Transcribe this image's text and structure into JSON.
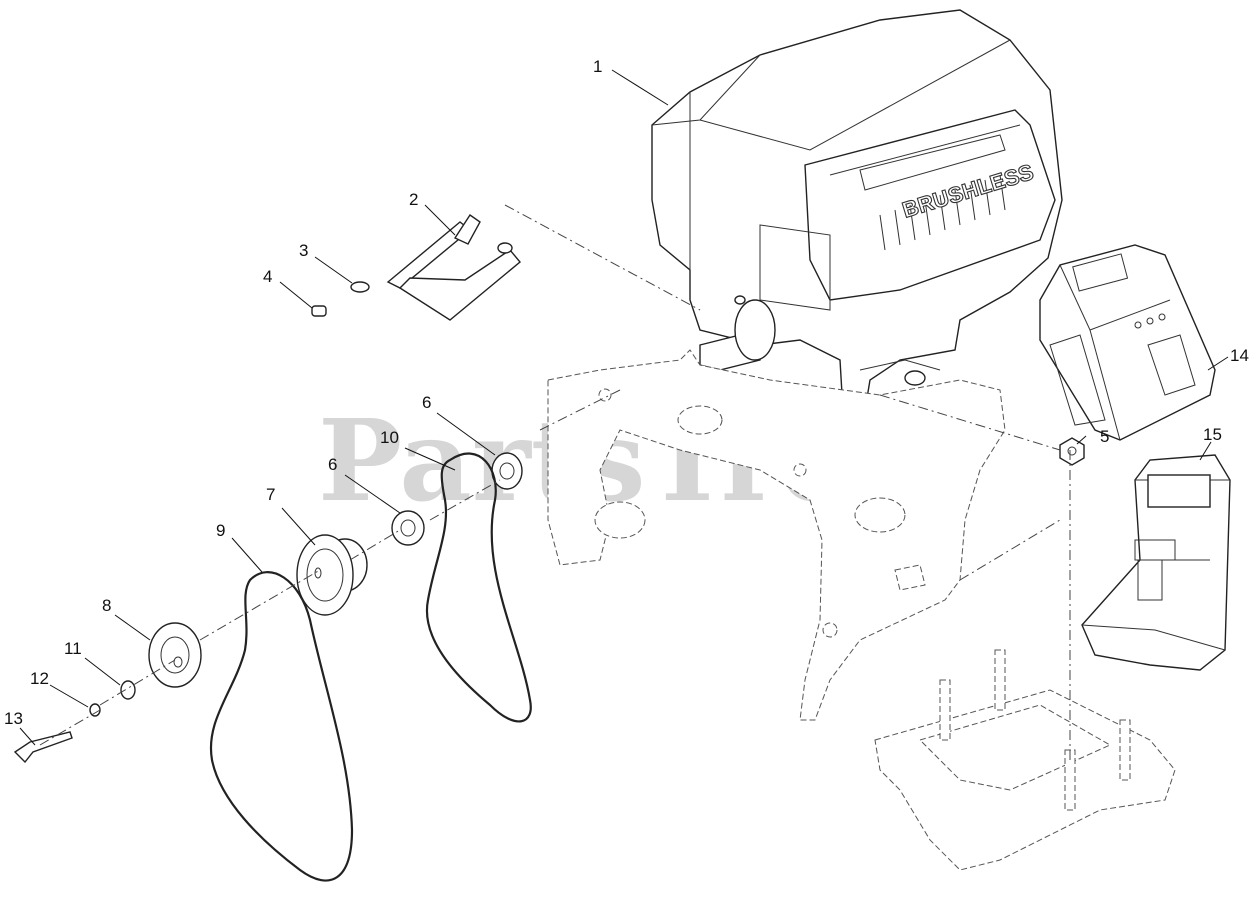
{
  "watermark": {
    "text": "PartsTree",
    "trademark": "™"
  },
  "motor_label": "BRUSHLESS",
  "callouts": [
    {
      "id": "c1",
      "label": "1"
    },
    {
      "id": "c2",
      "label": "2"
    },
    {
      "id": "c3",
      "label": "3"
    },
    {
      "id": "c4",
      "label": "4"
    },
    {
      "id": "c5",
      "label": "5"
    },
    {
      "id": "c6a",
      "label": "6"
    },
    {
      "id": "c6b",
      "label": "6"
    },
    {
      "id": "c7",
      "label": "7"
    },
    {
      "id": "c8",
      "label": "8"
    },
    {
      "id": "c9",
      "label": "9"
    },
    {
      "id": "c10",
      "label": "10"
    },
    {
      "id": "c11",
      "label": "11"
    },
    {
      "id": "c12",
      "label": "12"
    },
    {
      "id": "c13",
      "label": "13"
    },
    {
      "id": "c14",
      "label": "14"
    },
    {
      "id": "c15",
      "label": "15"
    }
  ]
}
